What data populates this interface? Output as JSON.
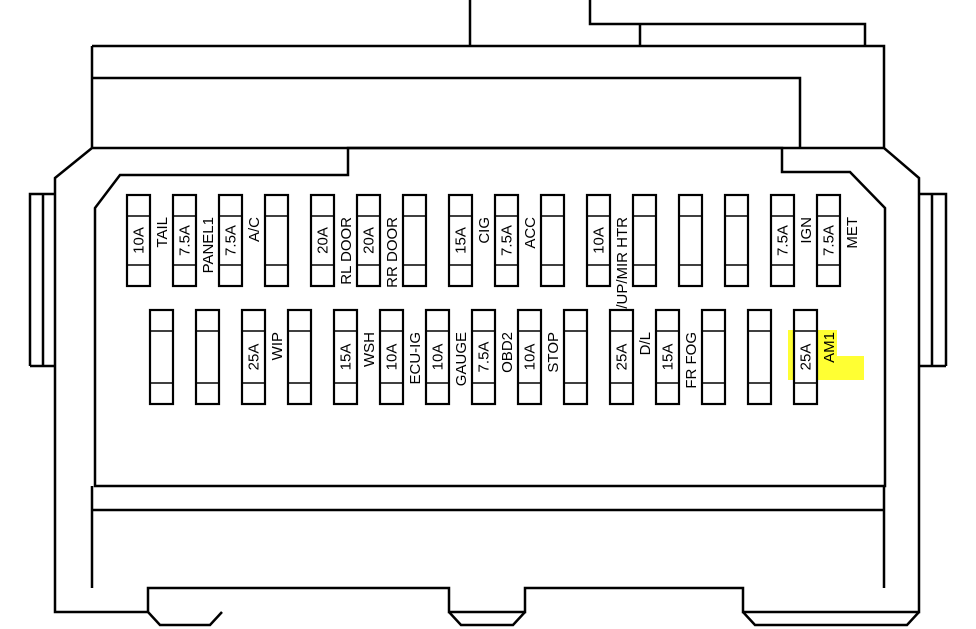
{
  "highlight_color": "#ffff33",
  "fuse_box": {
    "top_row": [
      {
        "amp": "10A",
        "label": "TAIL",
        "highlight": false
      },
      {
        "amp": "7.5A",
        "label": "PANEL1",
        "highlight": false
      },
      {
        "amp": "7.5A",
        "label": "A/C",
        "highlight": false
      },
      {
        "amp": "",
        "label": "",
        "highlight": false
      },
      {
        "amp": "20A",
        "label": "RL DOOR",
        "highlight": false
      },
      {
        "amp": "20A",
        "label": "RR DOOR",
        "highlight": false
      },
      {
        "amp": "",
        "label": "",
        "highlight": false
      },
      {
        "amp": "15A",
        "label": "CIG",
        "highlight": false
      },
      {
        "amp": "7.5A",
        "label": "ACC",
        "highlight": false
      },
      {
        "amp": "",
        "label": "",
        "highlight": false
      },
      {
        "amp": "10A",
        "label": "ID/UP/MIR HTR",
        "highlight": false
      },
      {
        "amp": "",
        "label": "",
        "highlight": false
      },
      {
        "amp": "",
        "label": "",
        "highlight": false
      },
      {
        "amp": "",
        "label": "",
        "highlight": false
      },
      {
        "amp": "7.5A",
        "label": "IGN",
        "highlight": false
      },
      {
        "amp": "7.5A",
        "label": "MET",
        "highlight": false
      }
    ],
    "bottom_row": [
      {
        "amp": "",
        "label": "",
        "highlight": false
      },
      {
        "amp": "",
        "label": "",
        "highlight": false
      },
      {
        "amp": "25A",
        "label": "WIP",
        "highlight": false
      },
      {
        "amp": "",
        "label": "",
        "highlight": false
      },
      {
        "amp": "15A",
        "label": "WSH",
        "highlight": false
      },
      {
        "amp": "10A",
        "label": "ECU-IG",
        "highlight": false
      },
      {
        "amp": "10A",
        "label": "GAUGE",
        "highlight": false
      },
      {
        "amp": "7.5A",
        "label": "OBD2",
        "highlight": false
      },
      {
        "amp": "10A",
        "label": "STOP",
        "highlight": false
      },
      {
        "amp": "",
        "label": "",
        "highlight": false
      },
      {
        "amp": "25A",
        "label": "D/L",
        "highlight": false
      },
      {
        "amp": "15A",
        "label": "FR FOG",
        "highlight": false
      },
      {
        "amp": "",
        "label": "",
        "highlight": false
      },
      {
        "amp": "",
        "label": "",
        "highlight": false
      },
      {
        "amp": "25A",
        "label": "AM1",
        "highlight": true
      }
    ]
  }
}
